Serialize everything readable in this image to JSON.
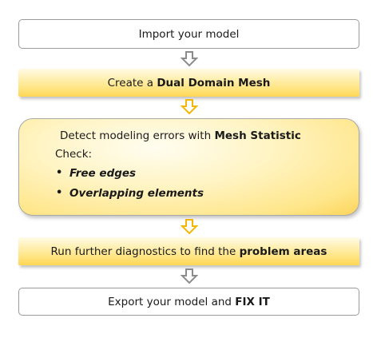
{
  "steps": [
    {
      "text": "Import your model"
    },
    {
      "prefix": "Create a ",
      "bold": "Dual Domain Mesh"
    },
    {
      "line1_prefix": "Detect modeling errors with ",
      "line1_bold": "Mesh Statistic",
      "line2": "Check:",
      "bullet_glyph": "•",
      "bullets": [
        "Free edges",
        "Overlapping elements"
      ]
    },
    {
      "prefix": "Run further diagnostics to find the ",
      "bold": "problem areas"
    },
    {
      "prefix": "Export your model and ",
      "bold": "FIX IT"
    }
  ],
  "colors": {
    "gray_arrow": "#8c8c8c",
    "gold_arrow": "#f2b705",
    "box_border": "#9a9a9a",
    "yellow_light": "#fff4c4",
    "yellow_dark": "#fdd653"
  }
}
